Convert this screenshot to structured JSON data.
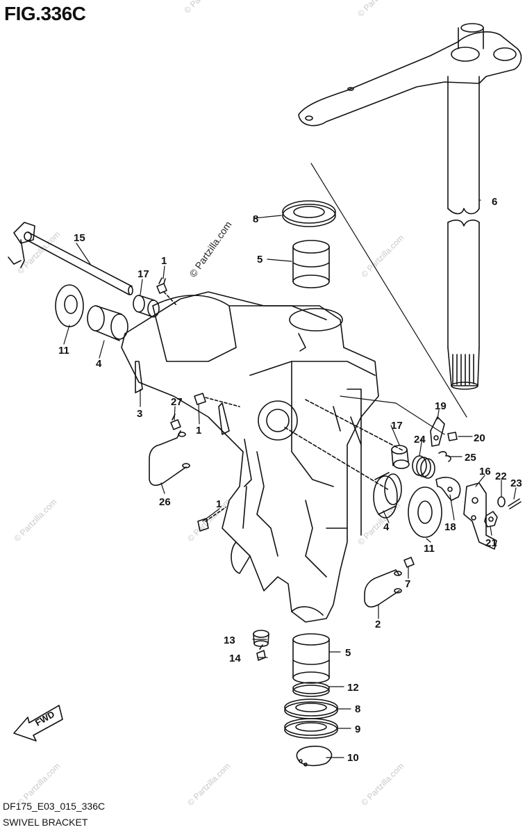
{
  "figure": {
    "title": "FIG.336C",
    "code": "DF175_E03_015_336C",
    "name": "SWIVEL BRACKET"
  },
  "watermark": {
    "text": "© Partzilla.com",
    "color": "#c8c8c8"
  },
  "fwd_label": "FWD",
  "callouts": {
    "c1a": "1",
    "c1b": "1",
    "c1c": "1",
    "c2": "2",
    "c3": "3",
    "c4a": "4",
    "c4b": "4",
    "c5a": "5",
    "c5b": "5",
    "c6": "6",
    "c7": "7",
    "c8a": "8",
    "c8b": "8",
    "c9": "9",
    "c10": "10",
    "c11a": "11",
    "c11b": "11",
    "c12": "12",
    "c13": "13",
    "c14": "14",
    "c15": "15",
    "c16": "16",
    "c17a": "17",
    "c17b": "17",
    "c18": "18",
    "c19": "19",
    "c20": "20",
    "c21": "21",
    "c22": "22",
    "c23": "23",
    "c24": "24",
    "c25": "25",
    "c26": "26",
    "c27": "27"
  }
}
